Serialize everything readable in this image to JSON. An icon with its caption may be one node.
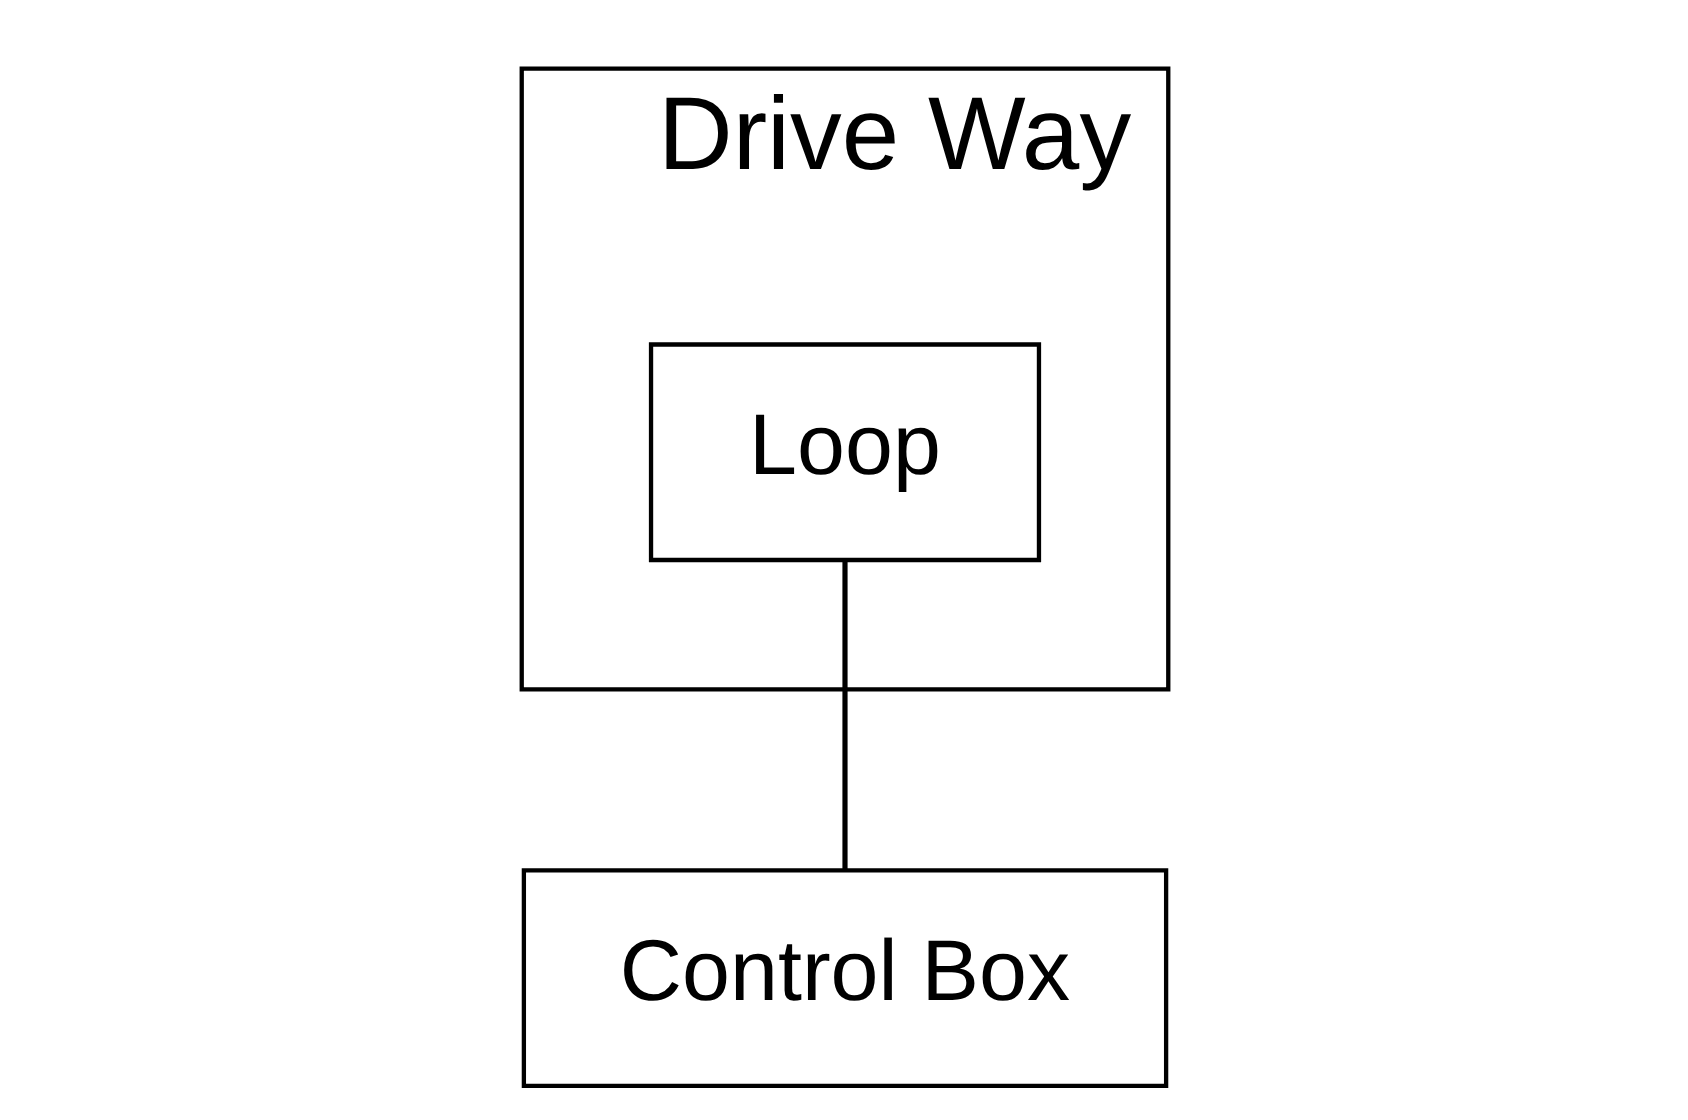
{
  "diagram": {
    "nodes": [
      {
        "text": [
          "Drive Way"
        ]
      },
      {
        "text": [
          "Loop"
        ],
        "in": 0
      },
      {
        "text": [
          "Control Box"
        ]
      }
    ],
    "edges": [
      {
        "from": 1,
        "to": 2,
        "arrow": "none"
      }
    ]
  }
}
